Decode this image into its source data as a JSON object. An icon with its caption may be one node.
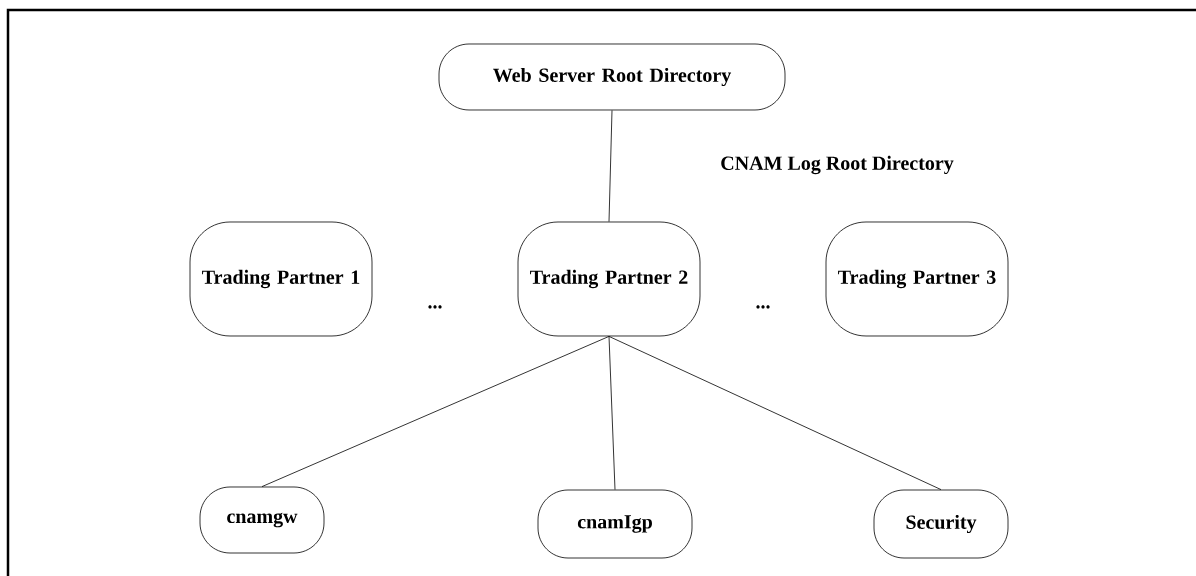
{
  "diagram": {
    "nodes": [
      {
        "text": [
          "Web Server Root Directory"
        ]
      },
      {
        "text": [
          "Trading Partner 1"
        ]
      },
      {
        "text": [
          "Trading Partner 2"
        ]
      },
      {
        "text": [
          "Trading Partner 3"
        ]
      },
      {
        "text": [
          "cnamgw"
        ]
      },
      {
        "text": [
          "cnamIgp"
        ]
      },
      {
        "text": [
          "Security"
        ]
      }
    ],
    "edges": [
      {
        "from": 0,
        "to": 2,
        "arrow": "none"
      },
      {
        "from": 2,
        "to": 4,
        "arrow": "none"
      },
      {
        "from": 2,
        "to": 5,
        "arrow": "none"
      },
      {
        "from": 2,
        "to": 6,
        "arrow": "none"
      }
    ],
    "labels": [
      "CNAM Log Root Directory",
      "...",
      "..."
    ]
  }
}
